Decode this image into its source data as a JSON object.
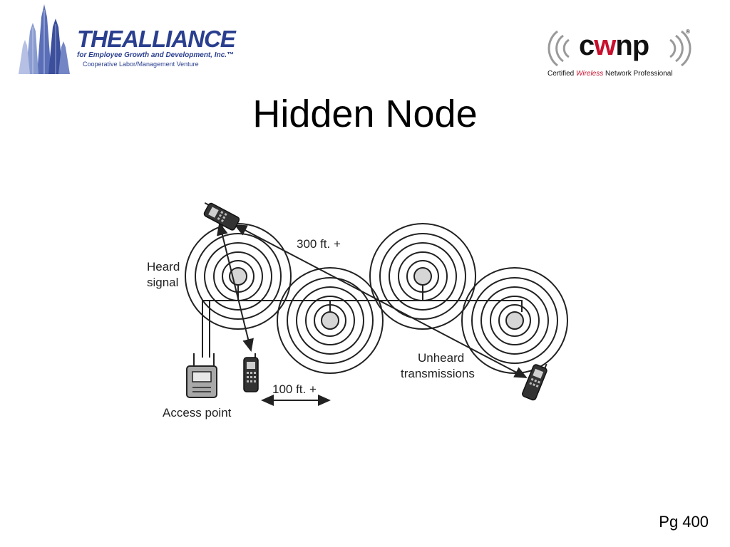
{
  "slide": {
    "title": "Hidden Node",
    "page_number": "Pg 400"
  },
  "logos": {
    "left": {
      "name": "THEALLIANCE",
      "subtitle": "for Employee Growth and Development, Inc.",
      "tagline": "Cooperative Labor/Management Venture",
      "trademark": "™"
    },
    "right": {
      "name_prefix": "c",
      "name_accent": "w",
      "name_suffix": "np",
      "registered": "®",
      "tagline_pre": "Certified ",
      "tagline_accent": "Wireless",
      "tagline_post": " Network Professional"
    }
  },
  "diagram": {
    "labels": {
      "heard_line1": "Heard",
      "heard_line2": "signal",
      "range_300": "300 ft. +",
      "range_100": "100 ft. +",
      "unheard_line1": "Unheard",
      "unheard_line2": "transmissions",
      "access_point": "Access point"
    },
    "icons": [
      "access-point-icon",
      "mobile-phone-icon"
    ]
  },
  "colors": {
    "brand_blue": "#2a3f8f",
    "cwnp_red": "#c8102e",
    "diagram_line": "#222222",
    "device_gray": "#9a9a9a"
  }
}
